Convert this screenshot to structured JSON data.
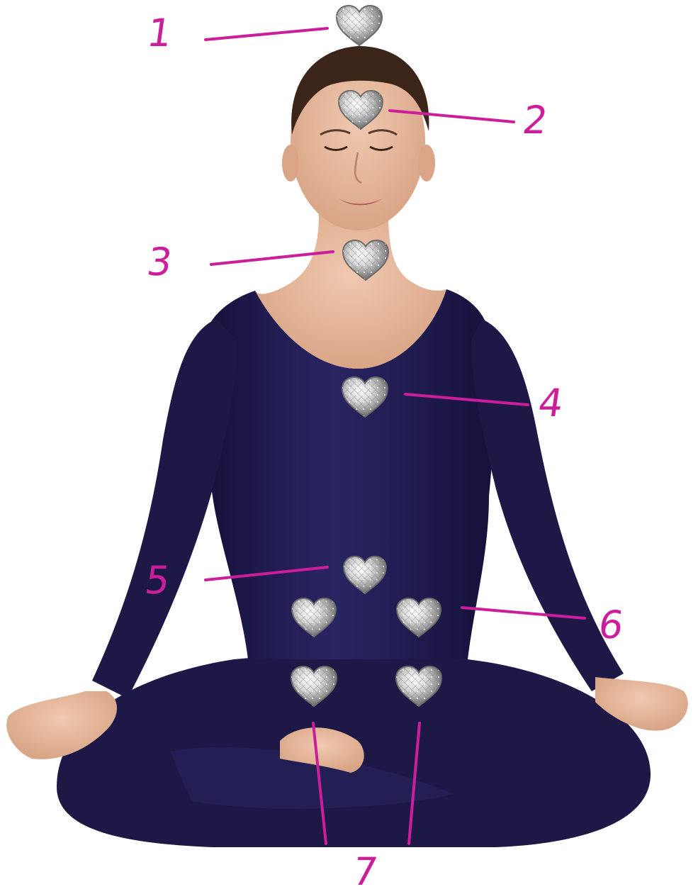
{
  "colors": {
    "annotation": "#cc1e9b",
    "suit": "#1f1a4a",
    "skin": "#e2b499",
    "hair": "#3b2418",
    "gem": "#c9c9c9",
    "background": "#ffffff"
  },
  "figure": {
    "subject": "seated-woman-lotus-pose",
    "icon": "meditation-figure-icon"
  },
  "markers": [
    {
      "id": "1",
      "label": "1",
      "icon": "silver-heart-icon"
    },
    {
      "id": "2",
      "label": "2",
      "icon": "silver-heart-icon"
    },
    {
      "id": "3",
      "label": "3",
      "icon": "silver-heart-icon"
    },
    {
      "id": "4",
      "label": "4",
      "icon": "silver-heart-icon"
    },
    {
      "id": "5",
      "label": "5",
      "icon": "silver-heart-icon"
    },
    {
      "id": "6",
      "label": "6",
      "icon": "silver-heart-icon"
    },
    {
      "id": "7",
      "label": "7",
      "icon": "silver-heart-icon"
    }
  ]
}
